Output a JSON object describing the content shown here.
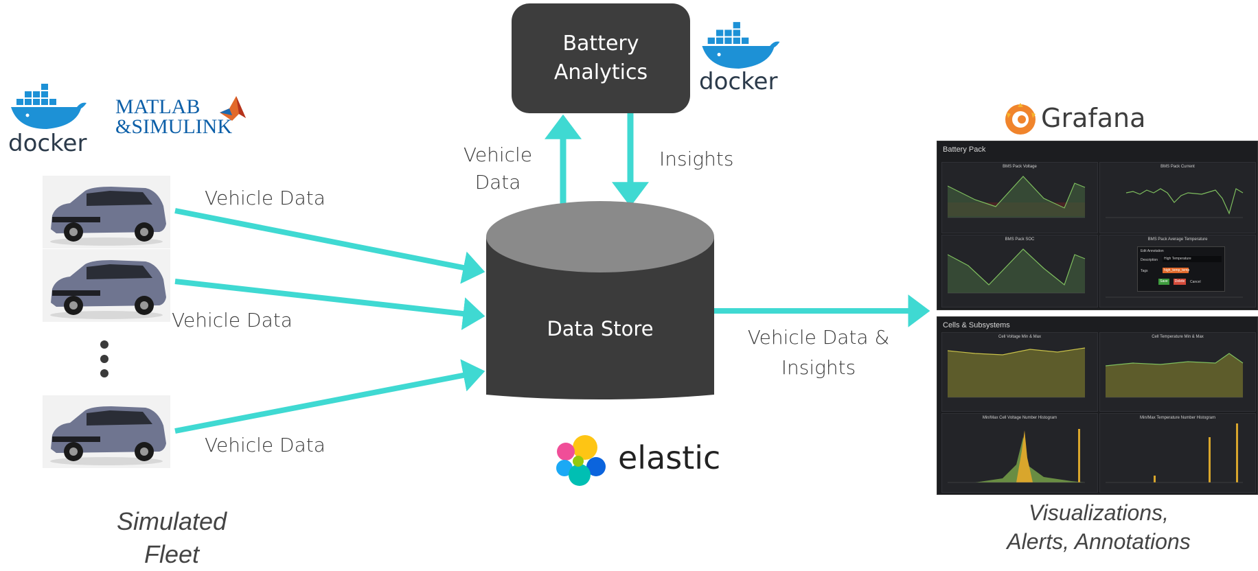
{
  "analytics_box": {
    "line1": "Battery",
    "line2": "Analytics"
  },
  "data_store": {
    "label": "Data Store"
  },
  "flows": {
    "car1": "Vehicle Data",
    "car2": "Vehicle Data",
    "car3": "Vehicle Data",
    "to_analytics_line1": "Vehicle",
    "to_analytics_line2": "Data",
    "insights": "Insights",
    "to_grafana_line1": "Vehicle Data &",
    "to_grafana_line2": "Insights"
  },
  "captions": {
    "fleet_line1": "Simulated",
    "fleet_line2": "Fleet",
    "viz_line1": "Visualizations,",
    "viz_line2": "Alerts, Annotations"
  },
  "logos": {
    "docker": "docker",
    "matlab_line1": "MATLAB",
    "matlab_line2": "&SIMULINK",
    "elastic": "elastic",
    "grafana": "Grafana"
  },
  "dashboard": {
    "section1_title": "Battery Pack",
    "section2_title": "Cells & Subsystems",
    "panels": [
      "BMS Pack Voltage",
      "BMS Pack Current",
      "BMS Pack SOC",
      "BMS Pack Average Temperature",
      "Cell Voltage Min & Max",
      "Cell Temperature Min & Max",
      "Min/Max Cell Voltage Number Histogram",
      "Min/Max Temperature Number Histogram"
    ],
    "annotation": {
      "title": "Edit Annotation",
      "description_label": "Description",
      "description_value": "High Temperature",
      "tags_label": "Tags",
      "tag_value": "high_temp_temp",
      "save": "Save",
      "delete": "Delete",
      "cancel": "Cancel"
    }
  },
  "colors": {
    "arrow": "#3fd9d2",
    "box": "#3d3d3d",
    "docker_blue": "#1d91d6",
    "grafana_orange": "#f0842c",
    "matlab_blue": "#0c5fa8"
  }
}
